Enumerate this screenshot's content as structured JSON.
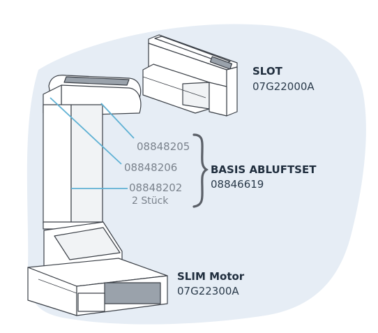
{
  "colors": {
    "blob": "#e6edf5",
    "outline": "#3a3f46",
    "shade": "#9aa2ab",
    "leader": "#5fb1d4",
    "brace": "#5b6068",
    "label_dark": "#1f2d3d",
    "label_grey": "#7a828c"
  },
  "slot": {
    "name": "SLOT",
    "code": "07G22000A"
  },
  "basis": {
    "name": "BASIS ABLUFTSET",
    "code": "08846619"
  },
  "slim": {
    "name": "SLIM Motor",
    "code": "07G22300A"
  },
  "parts": [
    {
      "number": "08848205"
    },
    {
      "number": "08848206"
    },
    {
      "number": "08848202",
      "qty": "2 Stück"
    }
  ]
}
